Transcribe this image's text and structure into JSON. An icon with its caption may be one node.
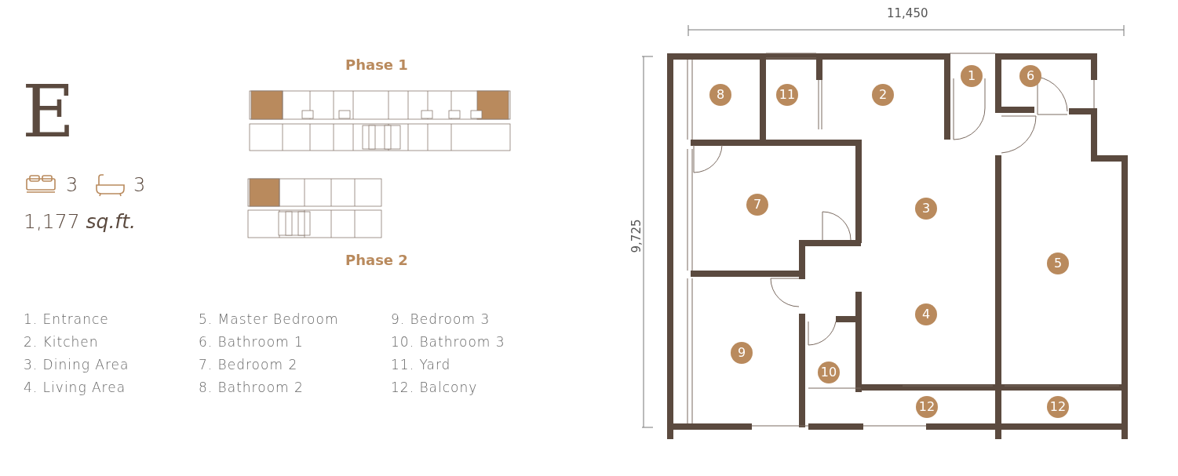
{
  "diagram": {
    "title": "E",
    "nodes": [
      {
        "text": [
          "8"
        ]
      },
      {
        "text": [
          "11"
        ]
      },
      {
        "text": [
          "2"
        ]
      },
      {
        "text": [
          "1"
        ]
      },
      {
        "text": [
          "6"
        ]
      },
      {
        "text": [
          "7"
        ]
      },
      {
        "text": [
          "3"
        ]
      },
      {
        "text": [
          "5"
        ]
      },
      {
        "text": [
          "4"
        ]
      },
      {
        "text": [
          "9"
        ]
      },
      {
        "text": [
          "10"
        ]
      },
      {
        "text": [
          "12"
        ]
      },
      {
        "text": [
          "12"
        ]
      }
    ],
    "labels": [
      "11,450",
      "3",
      "3",
      "1,177 *sq.ft.*",
      "Phase 1",
      "9,725",
      "Phase 2",
      "1. Entrance",
      "2. Kitchen",
      "3. Dining Area",
      "4. Living Area",
      "5. Master Bedroom",
      "6. Bathroom 1",
      "7. Bedroom 2",
      "8. Bathroom 2",
      "9. Bedroom 3",
      "10. Bathroom 3",
      "11. Yard",
      "12. Balcony"
    ]
  }
}
